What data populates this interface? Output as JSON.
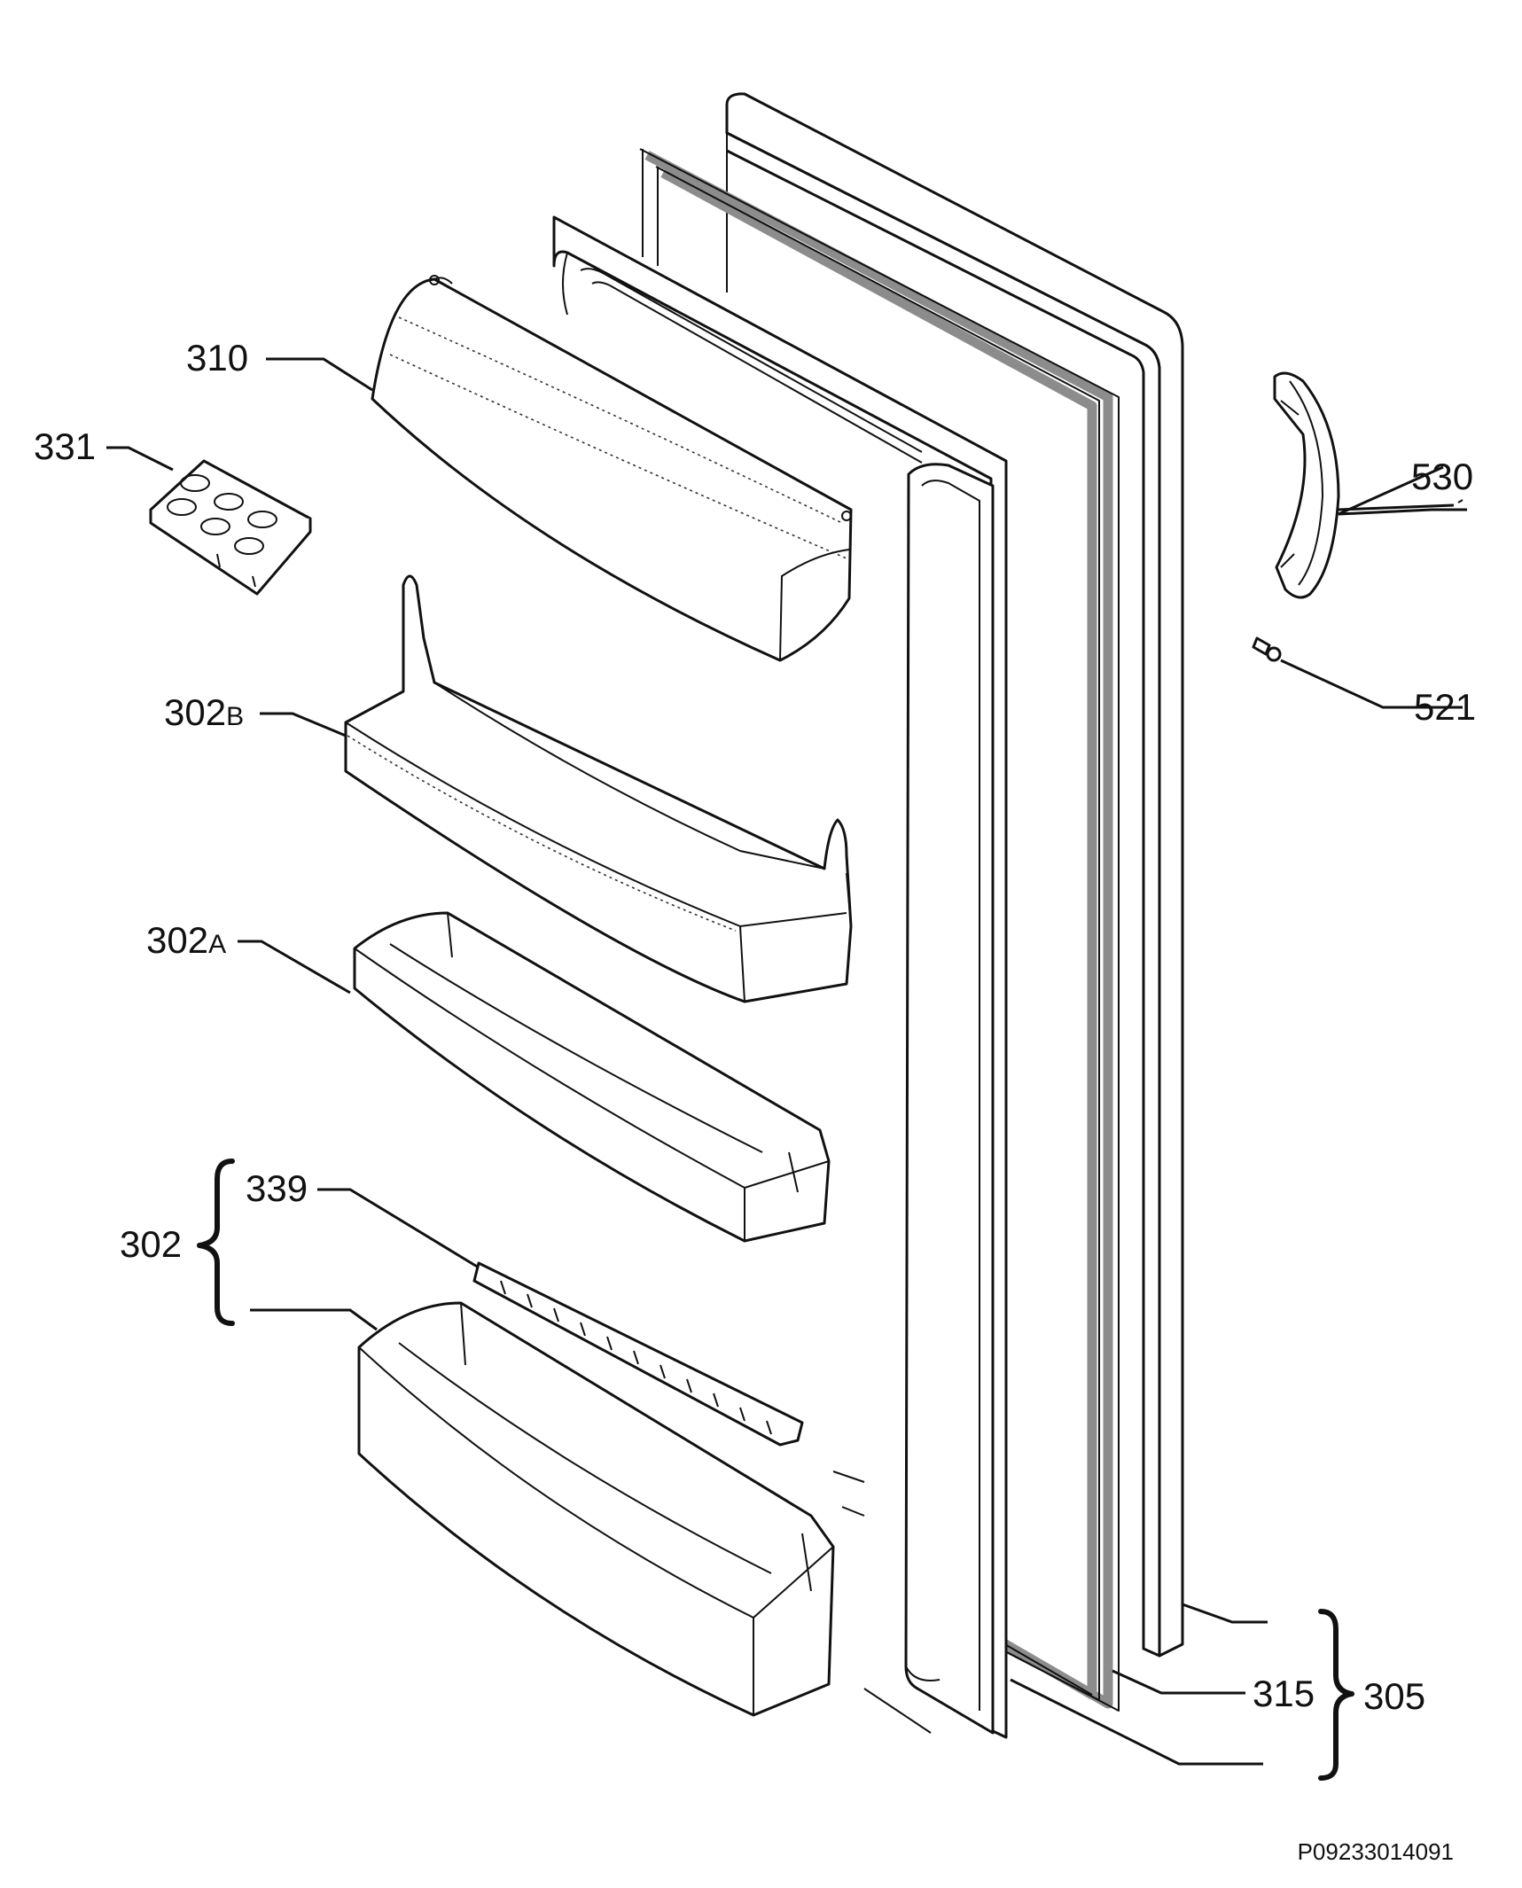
{
  "labels": {
    "p310": "310",
    "p331": "331",
    "p302b_num": "302",
    "p302b_suffix": "B",
    "p302a_num": "302",
    "p302a_suffix": "A",
    "p339": "339",
    "p302": "302",
    "p530": "530",
    "p521": "521",
    "p315": "315",
    "p305": "305"
  },
  "drawing_code": "P09233014091"
}
